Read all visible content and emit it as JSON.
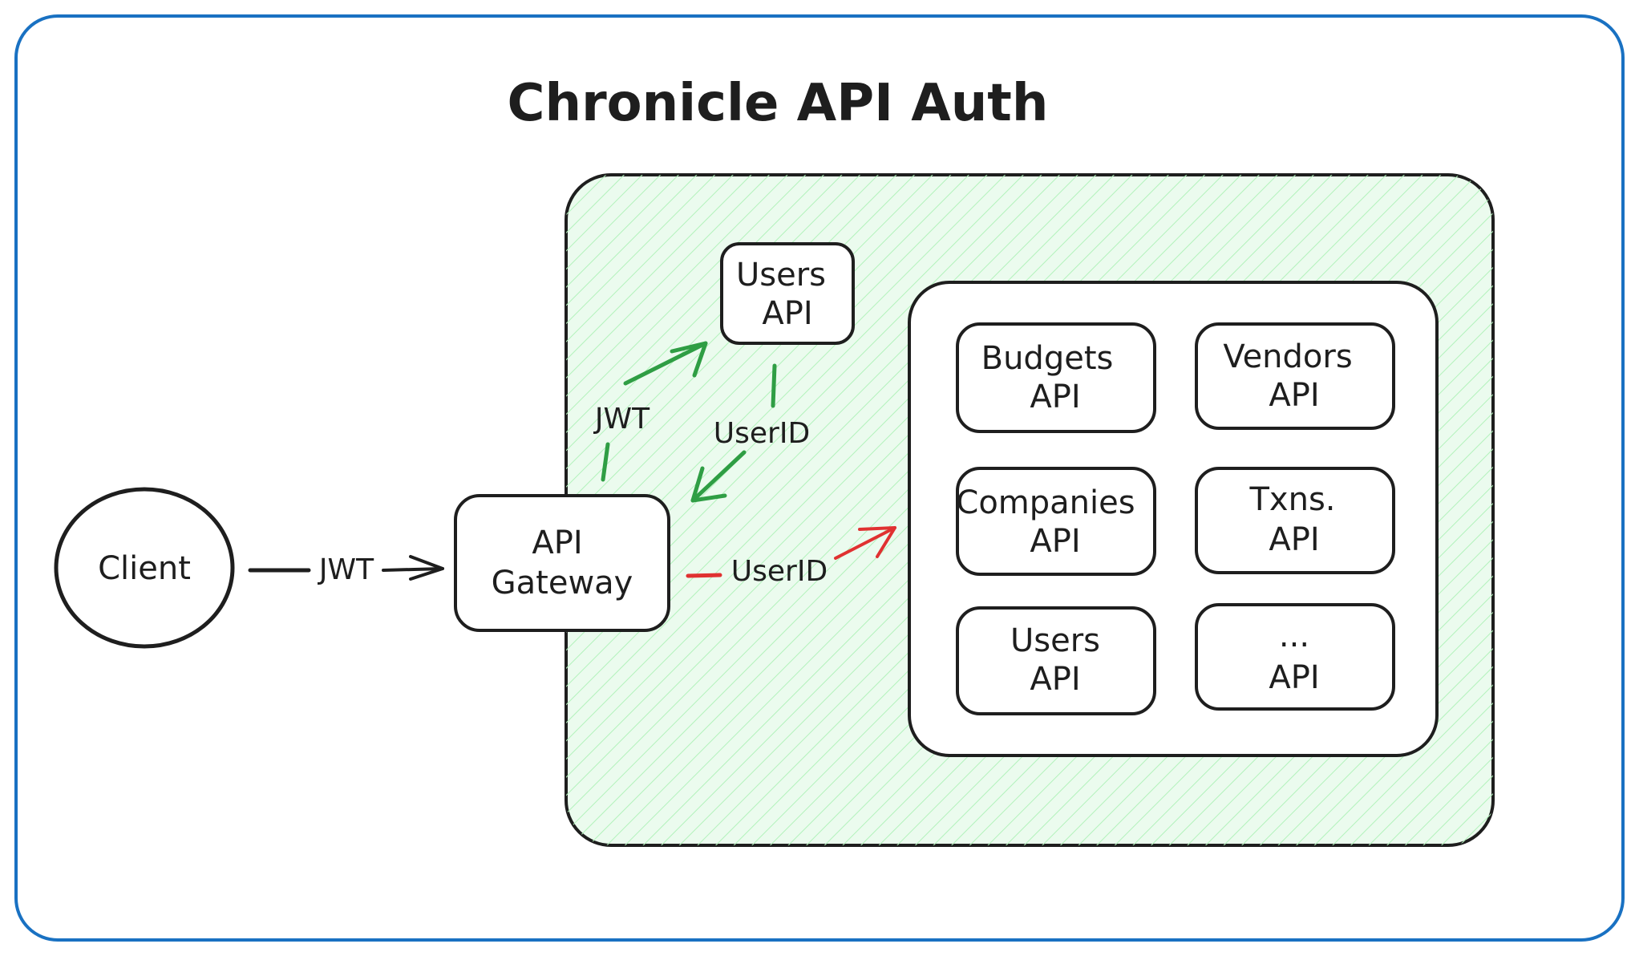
{
  "title": "Chronicle API Auth",
  "colors": {
    "frame": "#1971c2",
    "ink": "#1e1e1e",
    "green": "#2f9e44",
    "red": "#e03131",
    "zone_fill": "#ebfbee",
    "hatch": "#b2f2bb"
  },
  "nodes": {
    "client": {
      "label": "Client"
    },
    "gateway": {
      "line1": "API",
      "line2": "Gateway"
    },
    "auth_users": {
      "line1": "Users",
      "line2": "API"
    },
    "services": [
      {
        "line1": "Budgets",
        "line2": "API"
      },
      {
        "line1": "Vendors",
        "line2": "API"
      },
      {
        "line1": "Companies",
        "line2": "API"
      },
      {
        "line1": "Txns.",
        "line2": "API"
      },
      {
        "line1": "Users",
        "line2": "API"
      },
      {
        "line1": "...",
        "line2": "API"
      }
    ]
  },
  "edges": {
    "client_to_gateway": {
      "label": "JWT"
    },
    "gateway_to_users": {
      "label": "JWT"
    },
    "users_to_gateway": {
      "label": "UserID"
    },
    "gateway_to_services": {
      "label": "UserID"
    }
  }
}
